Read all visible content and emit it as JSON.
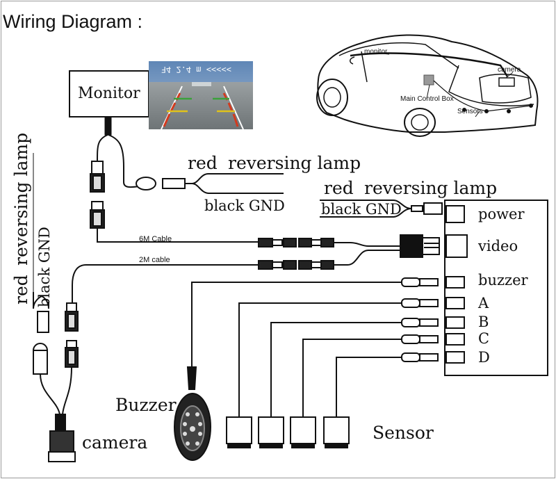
{
  "title": "Wiring Diagram :",
  "monitor": {
    "label": "Monitor",
    "screen_text": "ꟻ4 2.4 m <<<<<"
  },
  "monitor_lamp": {
    "red": "red",
    "reversing_lamp": "reversing lamp",
    "black_gnd": "black  GND"
  },
  "box_lamp": {
    "red": "red",
    "reversing_lamp": "reversing lamp",
    "black_gnd": "black  GND"
  },
  "camera_lamp": {
    "red": "red",
    "reversing_lamp": "reversing lamp",
    "black_gnd": "black  GND"
  },
  "cables": {
    "six_m": "6M Cable",
    "two_m": "2M cable"
  },
  "control_box": {
    "ports": [
      "power",
      "video",
      "buzzer",
      "A",
      "B",
      "C",
      "D"
    ]
  },
  "components": {
    "buzzer": "Buzzer",
    "camera": "camera",
    "sensor": "Sensor"
  },
  "car": {
    "monitor": "monitor",
    "camera": "camera",
    "main_control_box": "Main Control Box",
    "sensors": "Sensors"
  },
  "colors": {
    "line": "#1a1a1a",
    "screen_sky": "#6f8fb4",
    "screen_road": "#8a8f92",
    "guide_green": "#3aa13a",
    "guide_yellow": "#e0c21a",
    "guide_red": "#d23a1e"
  }
}
